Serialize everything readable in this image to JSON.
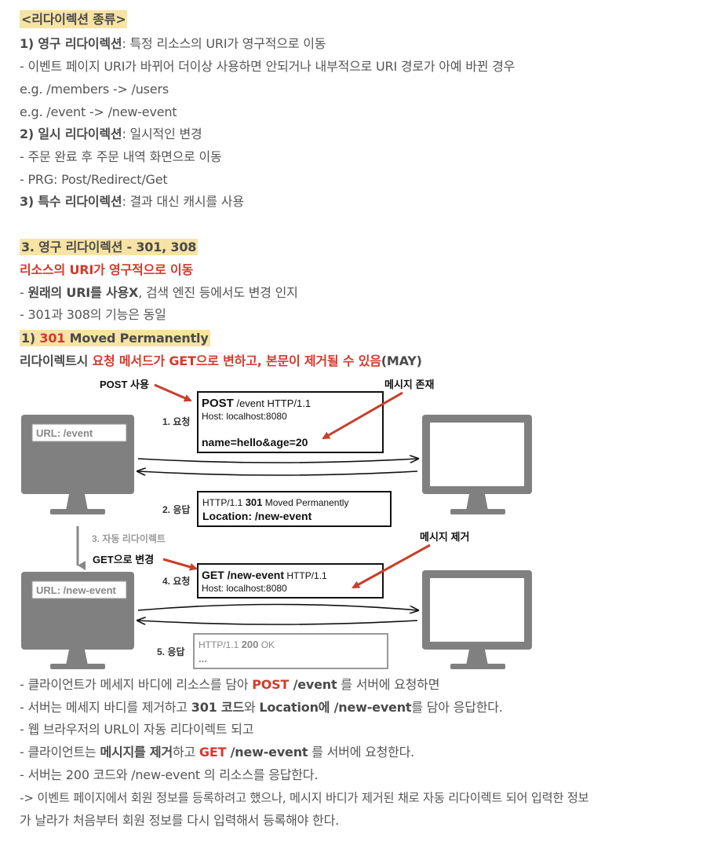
{
  "types": {
    "title": "<리다이렉션 종류>",
    "perm_head": "1) 영구 리다이렉션",
    "perm_desc": ": 특정 리소스의 URI가 영구적으로 이동",
    "perm_note": "- 이벤트 페이지 URI가 바뀌어 더이상 사용하면 안되거나 내부적으로 URI 경로가 아예 바뀐 경우",
    "perm_ex1": "e.g. /members -> /users",
    "perm_ex2": "e.g. /event -> /new-event",
    "temp_head": "2) 일시 리다이렉션",
    "temp_desc": ": 일시적인 변경",
    "temp_note1": "- 주문 완료 후 주문 내역 화면으로 이동",
    "temp_note2": "- PRG: Post/Redirect/Get",
    "special_head": "3) 특수 리다이렉션",
    "special_desc": ": 결과 대신 캐시를 사용"
  },
  "section": {
    "title": "3. 영구 리다이렉션 - 301, 308",
    "subtitle": "리소스의 URI가 영구적으로 이동",
    "b1_pre": "- ",
    "b1_bold": "원래의 URI를 사용X",
    "b1_rest": ", 검색 엔진 등에서도 변경 인지",
    "b2": "- 301과 308의 기능은 동일",
    "s301_pre": "1) ",
    "s301_code": "301",
    "s301_rest": " Moved Permanently",
    "warn_pre": "리다이렉트시 ",
    "warn_red": "요청 메서드가 GET으로 변하고, 본문이 제거될 수 있음",
    "warn_post": "(MAY)"
  },
  "diagram": {
    "post_label": "POST 사용",
    "body_label": "메시지 존재",
    "req1_label": "1. 요청",
    "url_bar_1": "URL: /event",
    "req1_method": "POST",
    "req1_line_rest": " /event HTTP/1.1",
    "req1_host": "Host: localhost:8080",
    "req1_body": "name=hello&age=20",
    "res2_label": "2. 응답",
    "res2_line_pre": "HTTP/1.1 ",
    "res2_code": "301",
    "res2_line_rest": " Moved Permanently",
    "res2_location": "Location: /new-event",
    "auto_label": "3. 자동 리다이렉트",
    "body_removed_label": "메시지 제거",
    "get_label": "GET으로 변경",
    "req4_label": "4. 요청",
    "url_bar_2": "URL: /new-event",
    "req4_method_path": "GET /new-event",
    "req4_line_rest": " HTTP/1.1",
    "req4_host": "Host: localhost:8080",
    "res5_label": "5. 응답",
    "res5_line_pre": "HTTP/1.1 ",
    "res5_code": "200",
    "res5_line_rest": " OK",
    "res5_more": "..."
  },
  "explain": {
    "l1_pre": "- 클라이언트가 메세지 바디에 리소스를 담아 ",
    "l1_red": "POST",
    "l1_bold": " /event",
    "l1_post": " 를 서버에 요청하면",
    "l2_pre": "- 서버는 메세지 바디를 제거하고 ",
    "l2_b1": "301 코드",
    "l2_mid": "와 ",
    "l2_b2": "Location에 /new-event",
    "l2_post": "를 담아 응답한다.",
    "l3": "- 웹 브라우저의 URL이 자동 리다이렉트 되고",
    "l4_pre": "- 클라이언트는 ",
    "l4_b1": "메시지를 제거",
    "l4_mid": "하고 ",
    "l4_red": "GET",
    "l4_b2": " /new-event",
    "l4_post": " 를 서버에 요청한다.",
    "l5": "- 서버는 200 코드와 /new-event 의 리소스를 응답한다.",
    "l6": "-> 이벤트 페이지에서 회원 정보를 등록하려고 했으나, 메시지 바디가 제거된 채로 자동 리다이렉트 되어 입력한 정보",
    "l7": "가 날라가 처음부터 회원 정보를 다시 입력해서 등록해야 한다."
  },
  "colors": {
    "highlight": "#f7e3a3",
    "accent_red": "#d33a2c",
    "monitor_gray": "#808080",
    "text_gray": "#555555"
  }
}
